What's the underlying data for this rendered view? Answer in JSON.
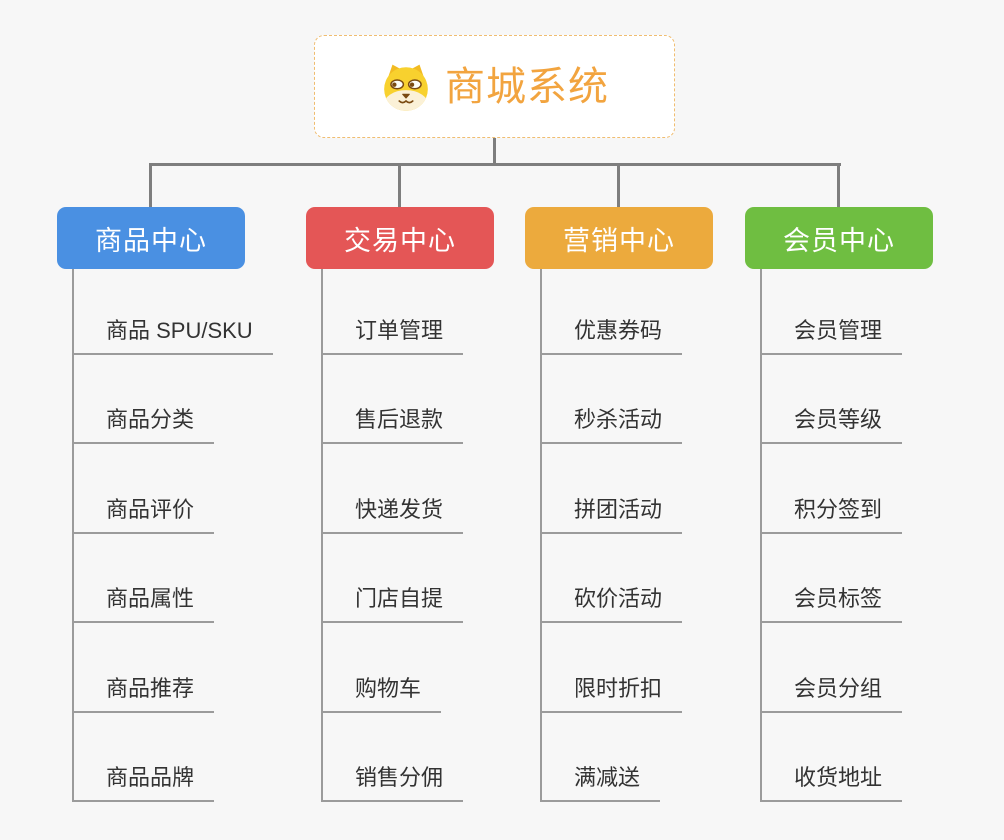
{
  "root": {
    "title": "商城系统",
    "icon": "dog-face-icon",
    "text_color": "#F2A43F",
    "border_color": "#F0BD70"
  },
  "branches": [
    {
      "label": "商品中心",
      "color": "#4A90E2",
      "items": [
        "商品 SPU/SKU",
        "商品分类",
        "商品评价",
        "商品属性",
        "商品推荐",
        "商品品牌"
      ]
    },
    {
      "label": "交易中心",
      "color": "#E45656",
      "items": [
        "订单管理",
        "售后退款",
        "快递发货",
        "门店自提",
        "购物车",
        "销售分佣"
      ]
    },
    {
      "label": "营销中心",
      "color": "#ECAA3D",
      "items": [
        "优惠券码",
        "秒杀活动",
        "拼团活动",
        "砍价活动",
        "限时折扣",
        "满减送"
      ]
    },
    {
      "label": "会员中心",
      "color": "#6FBE41",
      "items": [
        "会员管理",
        "会员等级",
        "积分签到",
        "会员标签",
        "会员分组",
        "收货地址"
      ]
    }
  ],
  "connector_colors": {
    "beam": "#7E7E7E",
    "leaf_line": "#9B9B9B"
  },
  "background": "#F7F7F7"
}
